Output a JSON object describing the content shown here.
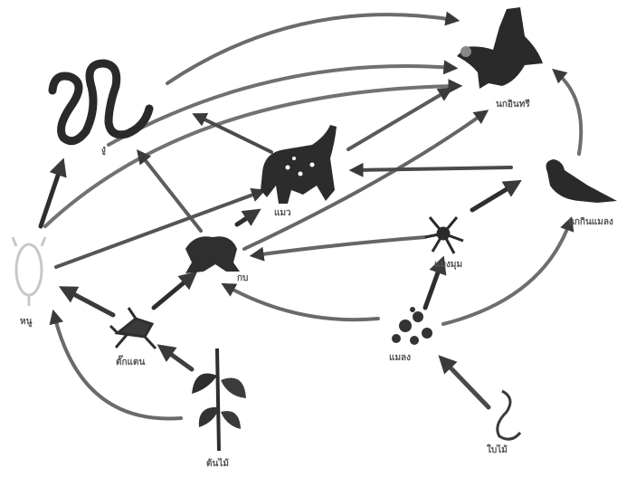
{
  "diagram": {
    "title": "",
    "organisms": [
      {
        "id": "snake",
        "label": "งู"
      },
      {
        "id": "eagle",
        "label": "นกอินทรี"
      },
      {
        "id": "wildcat",
        "label": "แมว"
      },
      {
        "id": "mouse",
        "label": "หนู"
      },
      {
        "id": "frog",
        "label": "กบ"
      },
      {
        "id": "bird",
        "label": "นกกินแมลง"
      },
      {
        "id": "grasshopper",
        "label": "ตั๊กแตน"
      },
      {
        "id": "plant",
        "label": "ต้นไม้"
      },
      {
        "id": "spider",
        "label": "แมงมุม"
      },
      {
        "id": "insect",
        "label": "แมลง"
      },
      {
        "id": "leaf",
        "label": "ใบไม้"
      }
    ],
    "feeding_arrows": [
      [
        "snake",
        "eagle"
      ],
      [
        "wildcat",
        "snake"
      ],
      [
        "frog",
        "snake"
      ],
      [
        "mouse",
        "snake"
      ],
      [
        "wildcat",
        "eagle"
      ],
      [
        "frog",
        "eagle"
      ],
      [
        "mouse",
        "eagle"
      ],
      [
        "bird",
        "eagle"
      ],
      [
        "bird",
        "wildcat"
      ],
      [
        "frog",
        "wildcat"
      ],
      [
        "mouse",
        "wildcat"
      ],
      [
        "spider",
        "frog"
      ],
      [
        "insect",
        "frog"
      ],
      [
        "grasshopper",
        "frog"
      ],
      [
        "spider",
        "bird"
      ],
      [
        "insect",
        "bird"
      ],
      [
        "insect",
        "spider"
      ],
      [
        "grasshopper",
        "mouse"
      ],
      [
        "plant",
        "grasshopper"
      ],
      [
        "plant",
        "mouse"
      ],
      [
        "leaf",
        "insect"
      ]
    ]
  }
}
